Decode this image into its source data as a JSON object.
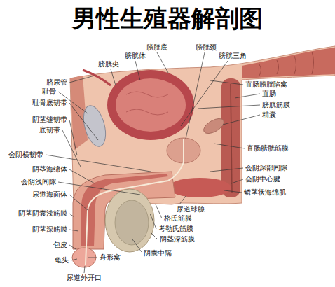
{
  "diagram": {
    "title": "男性生殖器解剖图",
    "labels": [
      "脐尿管",
      "耻骨",
      "耻骨底韧带",
      "阴茎缝韧带",
      "底韧带",
      "会阴横韧带",
      "阴茎海绵体",
      "会阴浅间隙",
      "尿道海面体",
      "阴茎阴囊浅筋膜",
      "阴茎深筋膜",
      "包皮",
      "龟头",
      "尿道外开口",
      "膀胱尖",
      "膀胱体",
      "膀胱底",
      "膀胱颈",
      "膀胱三角",
      "直肠膀胱陷窝",
      "直肠",
      "膀胱筋膜",
      "精囊",
      "直肠膀胱筋膜",
      "会阴深部间隙",
      "会阴中心腱",
      "鳞茎状海绵肌",
      "尿道球腺",
      "格氏筋膜",
      "考勒氏筋膜",
      "阴茎深筋膜",
      "阴囊中隔",
      "舟形窝"
    ]
  }
}
